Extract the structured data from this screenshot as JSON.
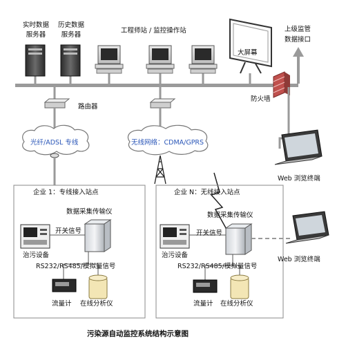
{
  "labels": {
    "realtime_server": "实时数据\n服务器",
    "history_server": "历史数据\n服务器",
    "workstations": "工程师站 / 监控操作站",
    "big_screen": "大屏幕",
    "upper_interface": "上级监管\n数据接口",
    "firewall": "防火墙",
    "router": "路由器",
    "fiber_cloud": "光纤/ADSL 专线",
    "wireless_cloud": "无线网络：CDMA/GPRS",
    "web_terminal_1": "Web 浏览终端",
    "web_terminal_2": "Web 浏览终端",
    "caption": "污染源自动监控系统结构示意图"
  },
  "enterprise_1": {
    "title": "企业 1：专线接入站点",
    "dtu": "数据采集传输仪",
    "switch_signal": "开关信号",
    "treatment": "治污设备",
    "rs_signal": "RS232/RS485/模拟量信号",
    "flow_meter": "流量计",
    "analyzer": "在线分析仪"
  },
  "enterprise_n": {
    "title": "企业 N：无线接入站点",
    "dtu": "数据采集传输仪",
    "switch_signal": "开关信号",
    "treatment": "治污设备",
    "rs_signal": "RS232/RS485/模拟量信号",
    "flow_meter": "流量计",
    "analyzer": "在线分析仪"
  },
  "colors": {
    "line": "#9a9a9a",
    "text_blue": "#2a56b8",
    "firewall": "#c0504d"
  }
}
